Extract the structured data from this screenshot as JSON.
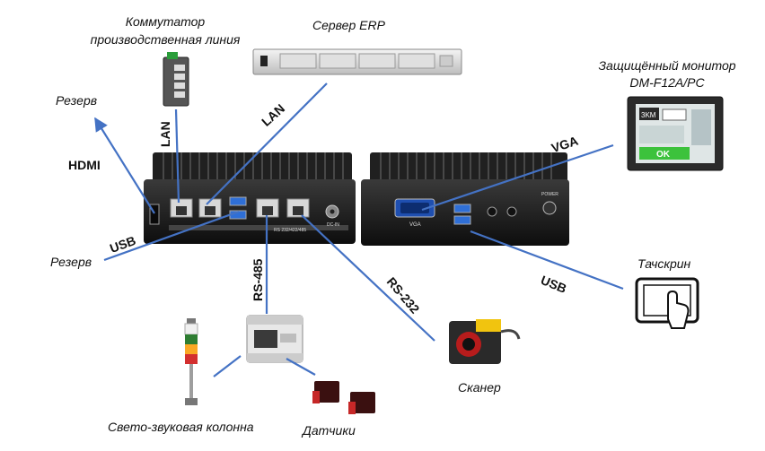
{
  "labels": {
    "switch": "Коммутатор\nпроизводственная линия",
    "erp": "Сервер ERP",
    "monitor": "Защищённый монитор\nDM-F12A/PC",
    "reserve_top": "Резерв",
    "reserve_bottom": "Резерв",
    "touchscreen": "Тачскрин",
    "scanner": "Сканер",
    "light_column": "Свето-звуковая колонна",
    "sensors": "Датчики"
  },
  "interfaces": {
    "hdmi": "HDMI",
    "lan_left": "LAN",
    "lan_right": "LAN",
    "usb_left": "USB",
    "usb_right": "USB",
    "vga": "VGA",
    "rs485": "RS-485",
    "rs232": "RS-232"
  },
  "device_text": {
    "port_vga": "VGA",
    "port_dcin": "DC-IN",
    "port_power": "POWER",
    "port_rs": "RS 232/422/485",
    "screen_ok": "OK",
    "screen_header": "3KM"
  },
  "colors": {
    "line": "#4472c4",
    "device": "#1a1a1a",
    "screen": "#3cc23c"
  }
}
